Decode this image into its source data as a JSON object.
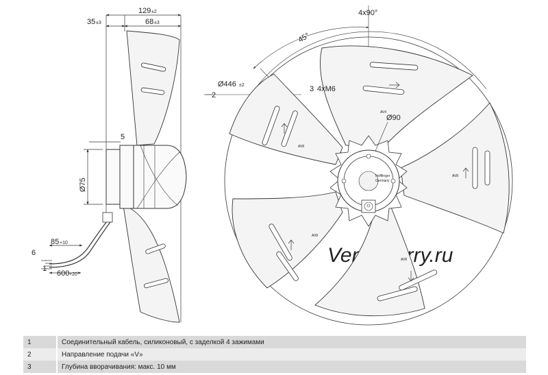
{
  "dimensions": {
    "overall_depth": {
      "value": "129",
      "tol": "±2"
    },
    "hub_offset": {
      "value": "35",
      "tol": "±3"
    },
    "blade_depth": {
      "value": "68",
      "tol": "±3"
    },
    "diameter": {
      "value": "Ø446",
      "tol": "±2"
    },
    "mount_angle": "4x90°",
    "blade_angle": "45°",
    "thread_label": "4xM6",
    "hub_diameter": "Ø90",
    "flange_gap": "5",
    "motor_diameter": "Ø75",
    "strip_length": {
      "value": "85",
      "tol": "+10"
    },
    "cable_length": {
      "value": "600",
      "tol": "+20"
    }
  },
  "callouts": [
    "1",
    "2",
    "3",
    "6"
  ],
  "blade_marks": [
    "AV4",
    "AV8",
    "AV8",
    "AV8",
    "AV8"
  ],
  "hub_label": [
    "Hofflinger",
    "Germany"
  ],
  "watermark": "Ventilatorry.ru",
  "legend": [
    {
      "num": "1",
      "text": "Соединительный кабель, силиконовый, с заделкой 4 зажимами"
    },
    {
      "num": "2",
      "text": "Направление подачи «V»"
    },
    {
      "num": "3",
      "text": "Глубина вворачивания: макс. 10 мм"
    }
  ],
  "colors": {
    "line": "#333333",
    "blade_fill": "#f4f4f4",
    "legend_dark": "#d9d9d9",
    "legend_light": "#ececec"
  }
}
